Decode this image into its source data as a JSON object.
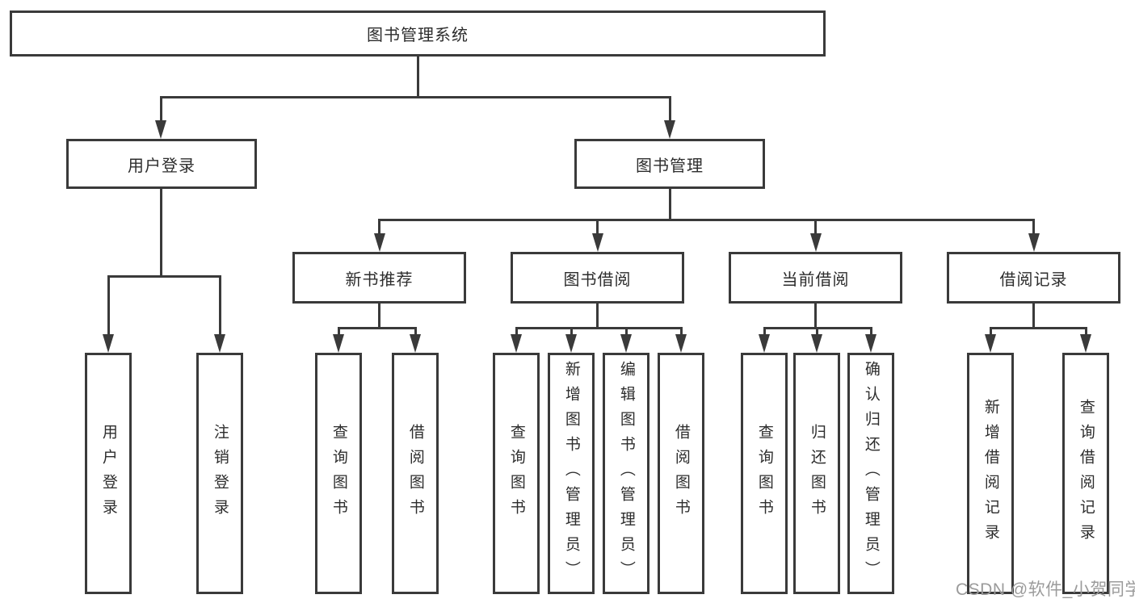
{
  "nodes": {
    "root": {
      "label": "图书管理系统"
    },
    "user_login": {
      "label": "用户登录",
      "children": {
        "login": {
          "label": "用户登录"
        },
        "logout": {
          "label": "注销登录"
        }
      }
    },
    "book_mgmt": {
      "label": "图书管理",
      "children": {
        "new_books": {
          "label": "新书推荐",
          "children": {
            "query": {
              "label": "查询图书"
            },
            "borrow": {
              "label": "借阅图书"
            }
          }
        },
        "book_borrow": {
          "label": "图书借阅",
          "children": {
            "query": {
              "label": "查询图书"
            },
            "add": {
              "label": "新增图书（管理员）"
            },
            "edit": {
              "label": "编辑图书（管理员）"
            },
            "borrow": {
              "label": "借阅图书"
            }
          }
        },
        "current_borrow": {
          "label": "当前借阅",
          "children": {
            "query": {
              "label": "查询图书"
            },
            "return": {
              "label": "归还图书"
            },
            "confirm": {
              "label": "确认归还（管理员）"
            }
          }
        },
        "borrow_records": {
          "label": "借阅记录",
          "children": {
            "add": {
              "label": "新增借阅记录"
            },
            "query": {
              "label": "查询借阅记录"
            }
          }
        }
      }
    }
  },
  "watermark": {
    "text": "CSDN @软件_小贺同学"
  },
  "colors": {
    "line": "#3a3a3a",
    "text": "#2d2d2d",
    "box_background": "#ffffff",
    "page_background": "#ffffff",
    "watermark": "#9b9b9b"
  }
}
